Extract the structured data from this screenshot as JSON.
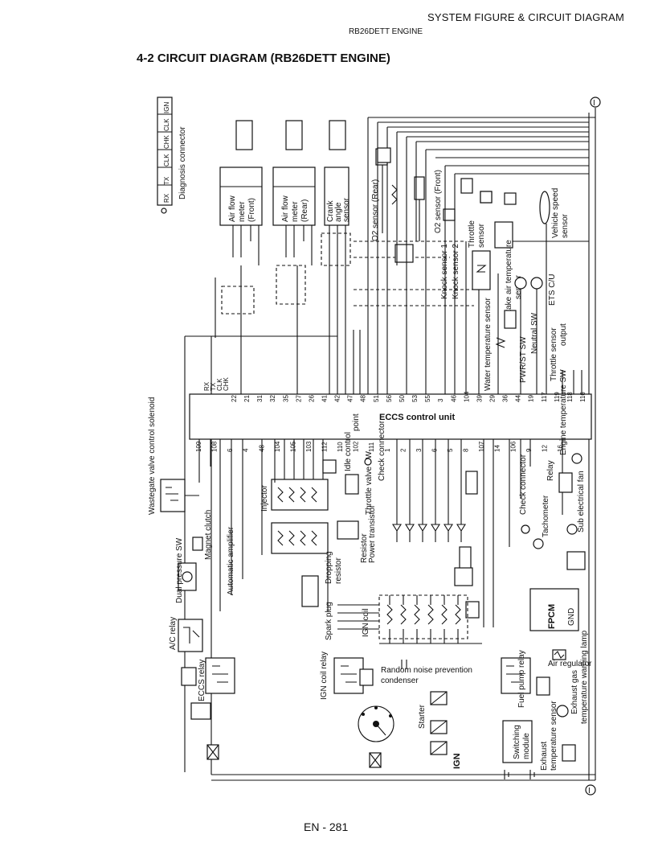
{
  "header": {
    "title": "SYSTEM FIGURE & CIRCUIT DIAGRAM",
    "subtitle": "RB26DETT ENGINE"
  },
  "section_title": "4-2  CIRCUIT DIAGRAM (RB26DETT ENGINE)",
  "page_number": "EN - 281",
  "terminal_marker": "I",
  "ecu": {
    "label": "ECCS control unit",
    "top_pins": [
      "22",
      "21",
      "31",
      "32",
      "35",
      "27",
      "26",
      "41",
      "42",
      "47",
      "48",
      "51",
      "56",
      "50",
      "53",
      "55",
      "3",
      "46",
      "104",
      "39",
      "29",
      "36",
      "44",
      "19",
      "117",
      "119",
      "118",
      "116"
    ],
    "bottom_pins": [
      "109",
      "108",
      "6",
      "4",
      "48",
      "104",
      "105",
      "103",
      "112",
      "110",
      "102",
      "111",
      "1",
      "2",
      "3",
      "6",
      "5",
      "8",
      "107",
      "14",
      "106",
      "9",
      "12",
      "16"
    ],
    "comm_pins": [
      "RX",
      "TX",
      "CLK",
      "CHK"
    ]
  },
  "components": {
    "diagnosis_connector": "Diagnosis connector",
    "diag_pins": [
      "RX",
      "TX",
      "CLK",
      "CHK",
      "CLK",
      "IGN"
    ],
    "air_flow_front": [
      "Air flow",
      "meter",
      "(Front)"
    ],
    "air_flow_rear": [
      "Air flow",
      "meter",
      "(Rear)"
    ],
    "crank_angle": [
      "Crank",
      "angle",
      "sensor"
    ],
    "o2_rear": "O2 sensor (Rear)",
    "o2_front": "O2 sensor (Front)",
    "throttle_sensor": [
      "Throttle",
      "sensor"
    ],
    "vehicle_speed": [
      "Vehicle speed",
      "sensor"
    ],
    "knock_1": "Knock sensor 1",
    "knock_2": "Knock sensor 2",
    "intake_air_temp": [
      "Intake air temperature",
      "sensor"
    ],
    "ets_cu": "ETS C/U",
    "neutral_sw": "Neutral SW",
    "throttle_sensor_output": [
      "Throttle sensor",
      "output"
    ],
    "pwr_st_sw": "PWR/ST SW",
    "water_temp": "Water temperature sensor",
    "wastegate": "Wastegate valve control solenoid",
    "dual_pressure": "Dual pressure SW",
    "magnet_clutch": "Magnet clutch",
    "auto_amp": "Automatic amplifier",
    "injector": "Injector",
    "dropping_resistor": [
      "Dropping",
      "resistor"
    ],
    "resistor": "Resistor",
    "idle_control": [
      "Idle control",
      "point"
    ],
    "throttle_valve_sw": "Throttle valve SW",
    "power_transistor": "Power transistor",
    "check_connector_1": "Check connector",
    "check_connector_2": "Check connector",
    "tachometer": "Tachometer",
    "relay": "Relay",
    "engine_temp_sw": "Engine temperature SW",
    "sub_fan": "Sub electrical fan",
    "ac_relay": "A/C relay",
    "eccs_relay": "ECCS relay",
    "spark_plug": "Spark plug",
    "ign_coil": "IGN coil",
    "ign_coil_relay": "IGN coil relay",
    "noise_condenser": [
      "Random noise prevention",
      "condenser"
    ],
    "fpcm": "FPCM",
    "gnd": "GND",
    "air_regulator": "Air regulator",
    "fuel_pump_relay": "Fuel pump relay",
    "exhaust_warning": [
      "Exhaust gas",
      "temperature warning lamp"
    ],
    "exhaust_sensor": [
      "Exhaust",
      "temperature sensor"
    ],
    "switching_module": [
      "Switching",
      "module"
    ],
    "starter": "Starter",
    "ign_label": "IGN"
  }
}
